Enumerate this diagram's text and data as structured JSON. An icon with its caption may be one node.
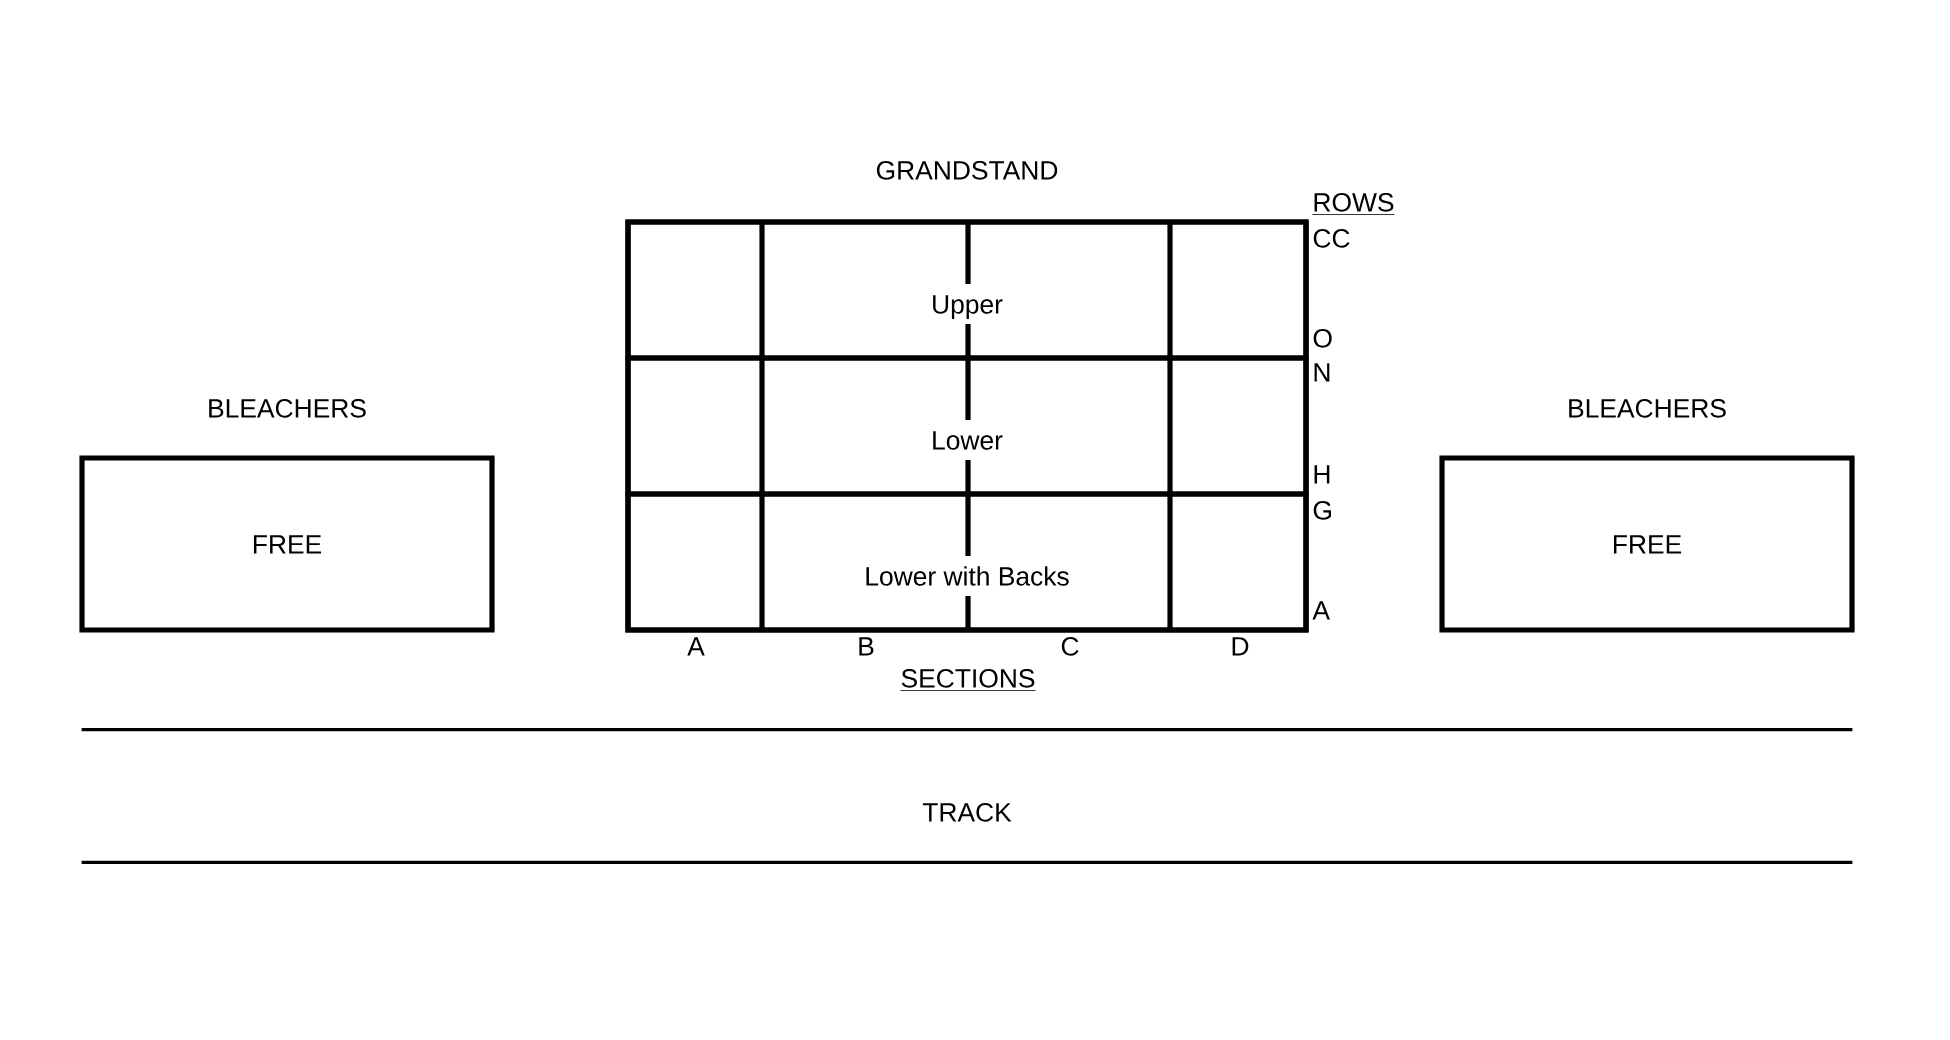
{
  "diagram": {
    "nodes": [
      {
        "text": [
          "GRANDSTAND"
        ]
      },
      {
        "text": [
          "Upper"
        ],
        "in": 0
      },
      {
        "text": [
          "Lower"
        ],
        "in": 0
      },
      {
        "text": [
          "Lower with Backs"
        ],
        "in": 0
      },
      {
        "text": [
          "BLEACHERS",
          "FREE"
        ]
      },
      {
        "text": [
          "BLEACHERS",
          "FREE"
        ]
      },
      {
        "text": [
          "TRACK"
        ]
      }
    ],
    "labels": [
      "ROWS",
      "CC",
      "O",
      "N",
      "H",
      "G",
      "A",
      "A",
      "B",
      "C",
      "D",
      "SECTIONS"
    ]
  }
}
